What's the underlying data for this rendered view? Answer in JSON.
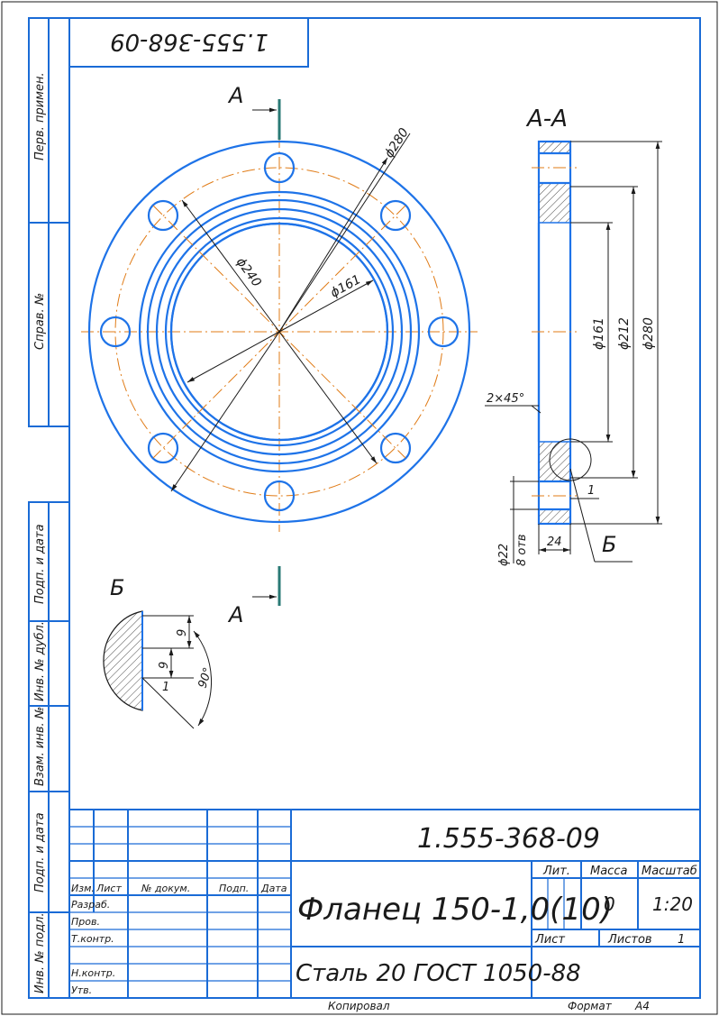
{
  "drawing": {
    "number": "1.555-368-09",
    "number_rotated": "1.555-368-09",
    "part_name": "Фланец 150-1,0(10)",
    "material": "Сталь 20 ГОСТ 1050-88",
    "mass": "0",
    "scale": "1:20",
    "sheets_label": "Листов",
    "sheets_value": "1",
    "sheet_label": "Лист",
    "lit_label": "Лит.",
    "mass_label": "Масса",
    "scale_label": "Масштаб",
    "copied_label": "Копировал",
    "format_label": "Формат",
    "format_value": "А4"
  },
  "side_strip": {
    "perv_primen": "Перв. примен.",
    "sprav_no": "Справ. №",
    "podp_data_1": "Подп. и дата",
    "inv_dubl": "Инв. № дубл.",
    "vzam_inv": "Взам. инв. №",
    "podp_data_2": "Подп. и дата",
    "inv_podl": "Инв. № подл."
  },
  "title_block": {
    "col_izm": "Изм.",
    "col_list": "Лист",
    "col_doc": "№ докум.",
    "col_podp": "Подп.",
    "col_data": "Дата",
    "row_razrab": "Разраб.",
    "row_prov": "Пров.",
    "row_tkontr": "Т.контр.",
    "row_nkontr": "Н.контр.",
    "row_utv": "Утв."
  },
  "views": {
    "section_mark_a": "А",
    "section_title": "А-А",
    "detail_mark": "Б",
    "dim_d280": "ϕ280",
    "dim_d240": "ϕ240",
    "dim_d161": "ϕ161",
    "dim_d212": "ϕ212",
    "dim_chamfer": "2×45°",
    "dim_hole": "ϕ22",
    "dim_holes_count": "8 отв",
    "dim_thick": "24",
    "dim_one": "1",
    "dim_nine": "9",
    "dim_angle": "90°"
  }
}
